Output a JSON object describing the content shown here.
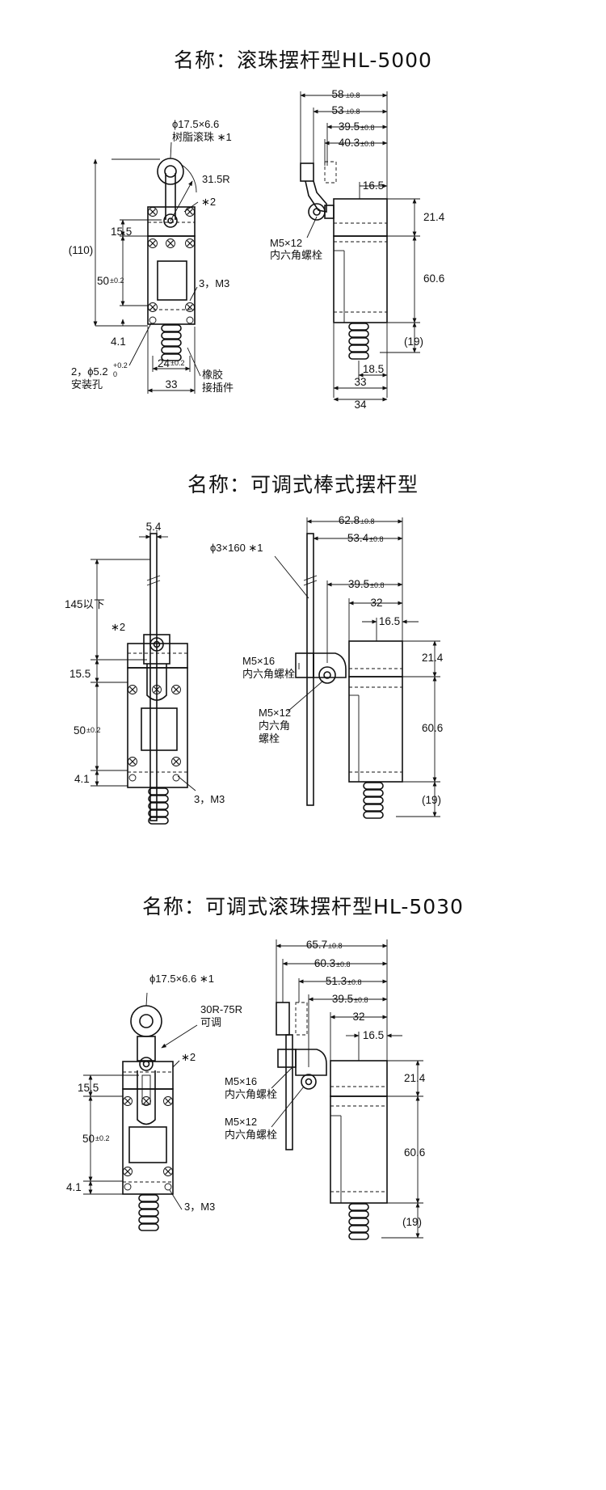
{
  "sections": [
    {
      "title": "名称：滚珠摆杆型HL-5000",
      "front": {
        "roller_label": "ϕ17.5×6.6",
        "roller_label2": "树脂滚珠 ∗1",
        "radius": "31.5R",
        "note2": "∗2",
        "total_height": "(110)",
        "d_15_5": "15.5",
        "d_50": "50",
        "tol_50": "±0.2",
        "screw": "3，M3",
        "d_4_1": "4.1",
        "d_24": "24",
        "tol_24": "±0.2",
        "d_33": "33",
        "hole": "2，ϕ5.2",
        "hole_tol_up": "+0.2",
        "hole_tol_dn": "0",
        "hole2": "安装孔",
        "connector1": "橡胶",
        "connector2": "接插件"
      },
      "side": {
        "d_58": "58",
        "d_53": "53",
        "d_39_5": "39.5",
        "d_40_3": "40.3",
        "tol": "±0.8",
        "d_16_5": "16.5",
        "d_21_4": "21.4",
        "d_60_6": "60.6",
        "d_19": "(19)",
        "d_18_5": "18.5",
        "d_33": "33",
        "d_34": "34",
        "bolt1": "M5×12",
        "bolt2": "内六角螺栓"
      }
    },
    {
      "title": "名称：可调式棒式摆杆型",
      "front": {
        "d_5_4": "5.4",
        "d_145": "145以下",
        "note2": "∗2",
        "d_15_5": "15.5",
        "d_50": "50",
        "tol_50": "±0.2",
        "d_4_1": "4.1",
        "screw": "3，M3"
      },
      "side": {
        "rod": "ϕ3×160 ∗1",
        "d_62_8": "62.8",
        "d_53_4": "53.4",
        "d_39_5": "39.5",
        "tol": "±0.8",
        "d_32": "32",
        "d_16_5": "16.5",
        "d_21_4": "21.4",
        "d_60_6": "60.6",
        "d_19": "(19)",
        "bolt_a1": "M5×16",
        "bolt_a2": "内六角螺栓",
        "bolt_b1": "M5×12",
        "bolt_b2": "内六角",
        "bolt_b3": "螺栓"
      }
    },
    {
      "title": "名称：可调式滚珠摆杆型HL-5030",
      "front": {
        "roller_label": "ϕ17.5×6.6 ∗1",
        "radius1": "30R-75R",
        "radius2": "可调",
        "note2": "∗2",
        "d_15_5": "15.5",
        "d_50": "50",
        "tol_50": "±0.2",
        "d_4_1": "4.1",
        "screw": "3，M3"
      },
      "side": {
        "d_65_7": "65.7",
        "d_60_3": "60.3",
        "d_51_3": "51.3",
        "d_39_5": "39.5",
        "tol": "±0.8",
        "d_32": "32",
        "d_16_5": "16.5",
        "d_21_4": "21.4",
        "d_60_6": "60.6",
        "d_19": "(19)",
        "bolt_a1": "M5×16",
        "bolt_a2": "内六角螺栓",
        "bolt_b1": "M5×12",
        "bolt_b2": "内六角螺栓"
      }
    }
  ]
}
